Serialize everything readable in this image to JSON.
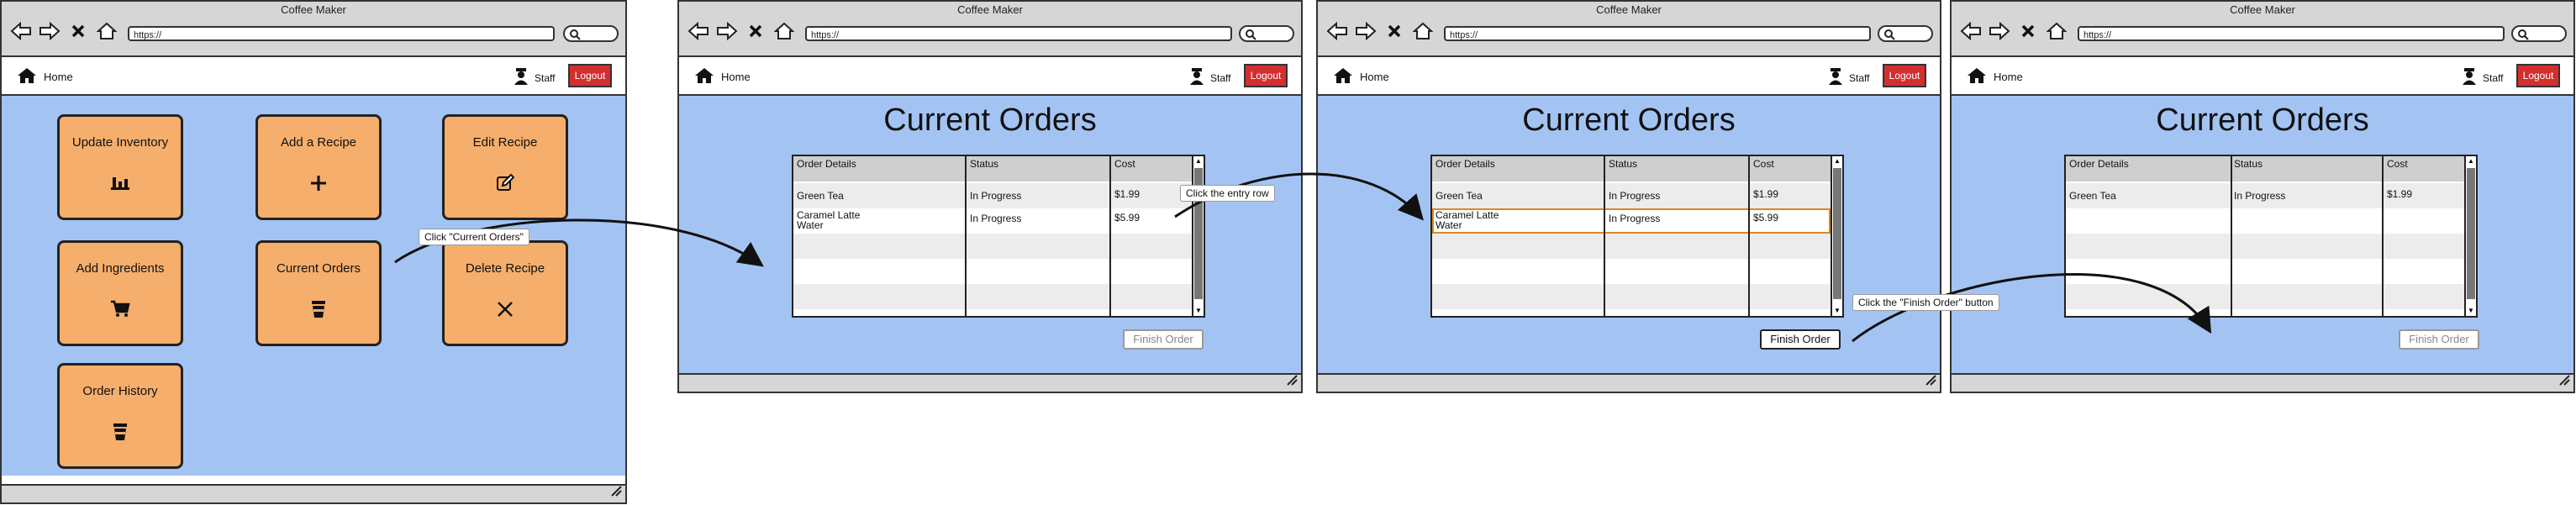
{
  "browser": {
    "title": "Coffee Maker",
    "url": "https://",
    "nav": {
      "home": "Home",
      "staff": "Staff",
      "logout": "Logout"
    }
  },
  "screen1": {
    "tiles": [
      {
        "label": "Update Inventory",
        "icon": "inventory-icon"
      },
      {
        "label": "Add a Recipe",
        "icon": "plus-icon"
      },
      {
        "label": "Edit Recipe",
        "icon": "edit-icon"
      },
      {
        "label": "Add Ingredients",
        "icon": "cart-icon"
      },
      {
        "label": "Current Orders",
        "icon": "coffee-cup-icon"
      },
      {
        "label": "Delete Recipe",
        "icon": "close-icon"
      },
      {
        "label": "Order History",
        "icon": "coffee-cup-icon"
      }
    ]
  },
  "orders_page": {
    "title": "Current Orders",
    "columns": [
      "Order Details",
      "Status",
      "Cost"
    ],
    "finish_button": "Finish Order"
  },
  "screen2": {
    "rows": [
      {
        "details": [
          "Green Tea"
        ],
        "status": "In Progress",
        "cost": "$1.99"
      },
      {
        "details": [
          "Caramel Latte",
          "Water"
        ],
        "status": "In Progress",
        "cost": "$5.99"
      }
    ]
  },
  "screen4": {
    "rows": [
      {
        "details": [
          "Green Tea"
        ],
        "status": "In Progress",
        "cost": "$1.99"
      }
    ]
  },
  "annotations": {
    "click_current_orders": "Click \"Current Orders\"",
    "click_entry_row": "Click the entry row",
    "click_finish": "Click the \"Finish Order\" button"
  }
}
